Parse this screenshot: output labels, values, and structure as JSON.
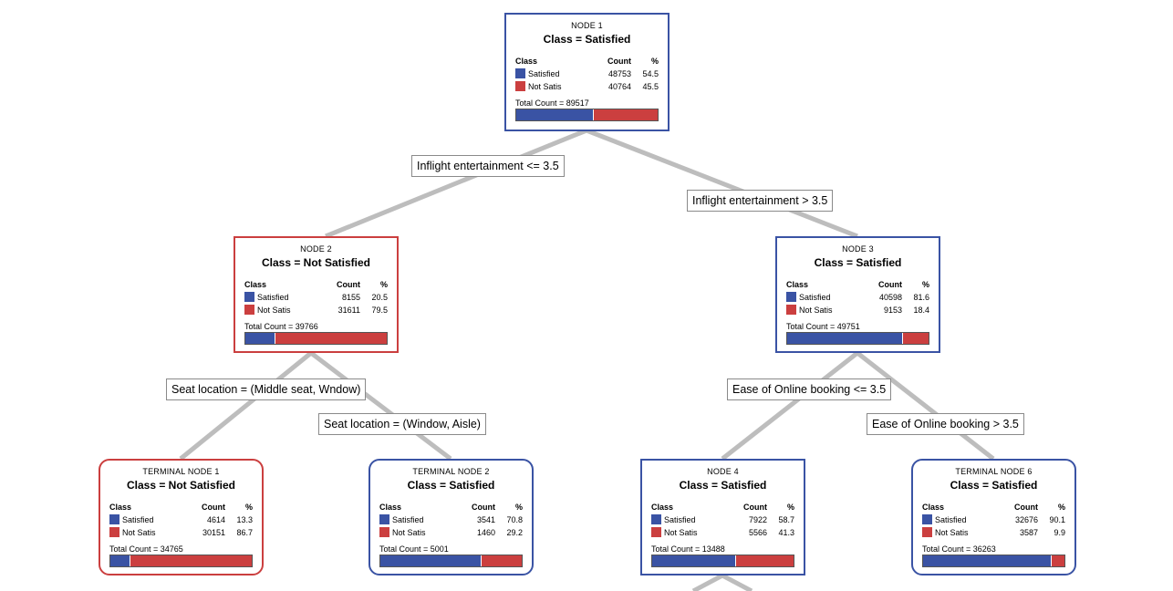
{
  "colors": {
    "satisfied": "#3a53a4",
    "not_satisfied": "#cb3f3f",
    "edge": "#bdbdbd"
  },
  "headers": {
    "class": "Class",
    "count": "Count",
    "pct": "%"
  },
  "nodes": {
    "n1": {
      "title": "NODE 1",
      "cls": "Class = Satisfied",
      "sat_label": "Satisfied",
      "sat_count": "48753",
      "sat_pct": "54.5",
      "not_label": "Not Satis",
      "not_count": "40764",
      "not_pct": "45.5",
      "total": "Total Count = 89517",
      "frac": 0.545
    },
    "n2": {
      "title": "NODE 2",
      "cls": "Class = Not Satisfied",
      "sat_label": "Satisfied",
      "sat_count": "8155",
      "sat_pct": "20.5",
      "not_label": "Not Satis",
      "not_count": "31611",
      "not_pct": "79.5",
      "total": "Total Count = 39766",
      "frac": 0.205
    },
    "n3": {
      "title": "NODE 3",
      "cls": "Class = Satisfied",
      "sat_label": "Satisfied",
      "sat_count": "40598",
      "sat_pct": "81.6",
      "not_label": "Not Satis",
      "not_count": "9153",
      "not_pct": "18.4",
      "total": "Total Count = 49751",
      "frac": 0.816
    },
    "t1": {
      "title": "TERMINAL NODE 1",
      "cls": "Class = Not Satisfied",
      "sat_label": "Satisfied",
      "sat_count": "4614",
      "sat_pct": "13.3",
      "not_label": "Not Satis",
      "not_count": "30151",
      "not_pct": "86.7",
      "total": "Total Count = 34765",
      "frac": 0.133
    },
    "t2": {
      "title": "TERMINAL NODE 2",
      "cls": "Class = Satisfied",
      "sat_label": "Satisfied",
      "sat_count": "3541",
      "sat_pct": "70.8",
      "not_label": "Not Satis",
      "not_count": "1460",
      "not_pct": "29.2",
      "total": "Total Count = 5001",
      "frac": 0.708
    },
    "n4": {
      "title": "NODE 4",
      "cls": "Class = Satisfied",
      "sat_label": "Satisfied",
      "sat_count": "7922",
      "sat_pct": "58.7",
      "not_label": "Not Satis",
      "not_count": "5566",
      "not_pct": "41.3",
      "total": "Total Count = 13488",
      "frac": 0.587
    },
    "t6": {
      "title": "TERMINAL NODE 6",
      "cls": "Class = Satisfied",
      "sat_label": "Satisfied",
      "sat_count": "32676",
      "sat_pct": "90.1",
      "not_label": "Not Satis",
      "not_count": "3587",
      "not_pct": "9.9",
      "total": "Total Count = 36263",
      "frac": 0.901
    }
  },
  "splits": {
    "s1": "Inflight entertainment <= 3.5",
    "s2": "Inflight entertainment > 3.5",
    "s3": "Seat location = (Middle seat, Wndow)",
    "s4": "Seat location = (Window, Aisle)",
    "s5": "Ease of Online booking <= 3.5",
    "s6": "Ease of Online booking > 3.5"
  }
}
